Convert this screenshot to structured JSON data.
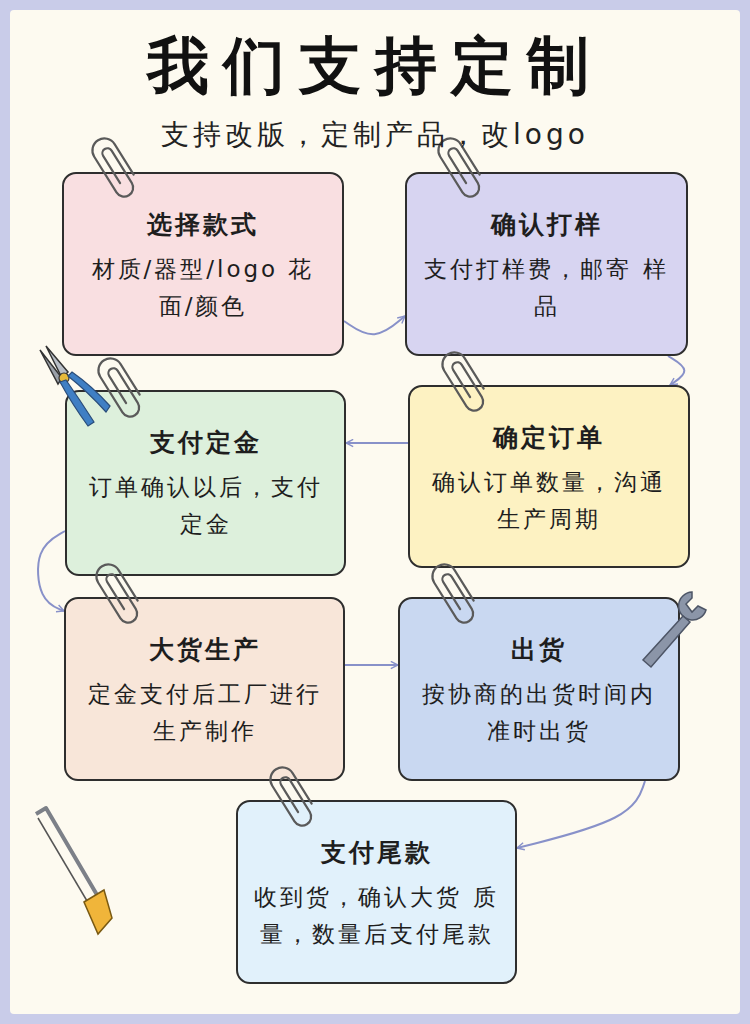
{
  "diagram": {
    "title": "我们支持定制",
    "nodes": [
      {
        "text": [
          "选择款式",
          "材质/器型/logo 花面/颜色"
        ]
      },
      {
        "text": [
          "确认打样",
          "支付打样费，邮寄 样品"
        ]
      },
      {
        "text": [
          "支付定金",
          "订单确认以后，支付 定金"
        ]
      },
      {
        "text": [
          "确定订单",
          "确认订单数量，沟通 生产周期"
        ]
      },
      {
        "text": [
          "大货生产",
          "定金支付后工厂进行 生产制作"
        ]
      },
      {
        "text": [
          "出货",
          "按协商的出货时间内 准时出货"
        ]
      },
      {
        "text": [
          "支付尾款",
          "收到货，确认大货 质量，数量后支付尾款"
        ]
      }
    ],
    "edges": [
      {
        "from": 0,
        "to": 1,
        "arrow": "to"
      },
      {
        "from": 1,
        "to": 3,
        "arrow": "to"
      },
      {
        "from": 3,
        "to": 2,
        "arrow": "to"
      },
      {
        "from": 2,
        "to": 4,
        "arrow": "to"
      },
      {
        "from": 4,
        "to": 5,
        "arrow": "to"
      },
      {
        "from": 5,
        "to": 6,
        "arrow": "to"
      }
    ],
    "labels": [
      "支持改版，定制产品，改logo"
    ]
  }
}
